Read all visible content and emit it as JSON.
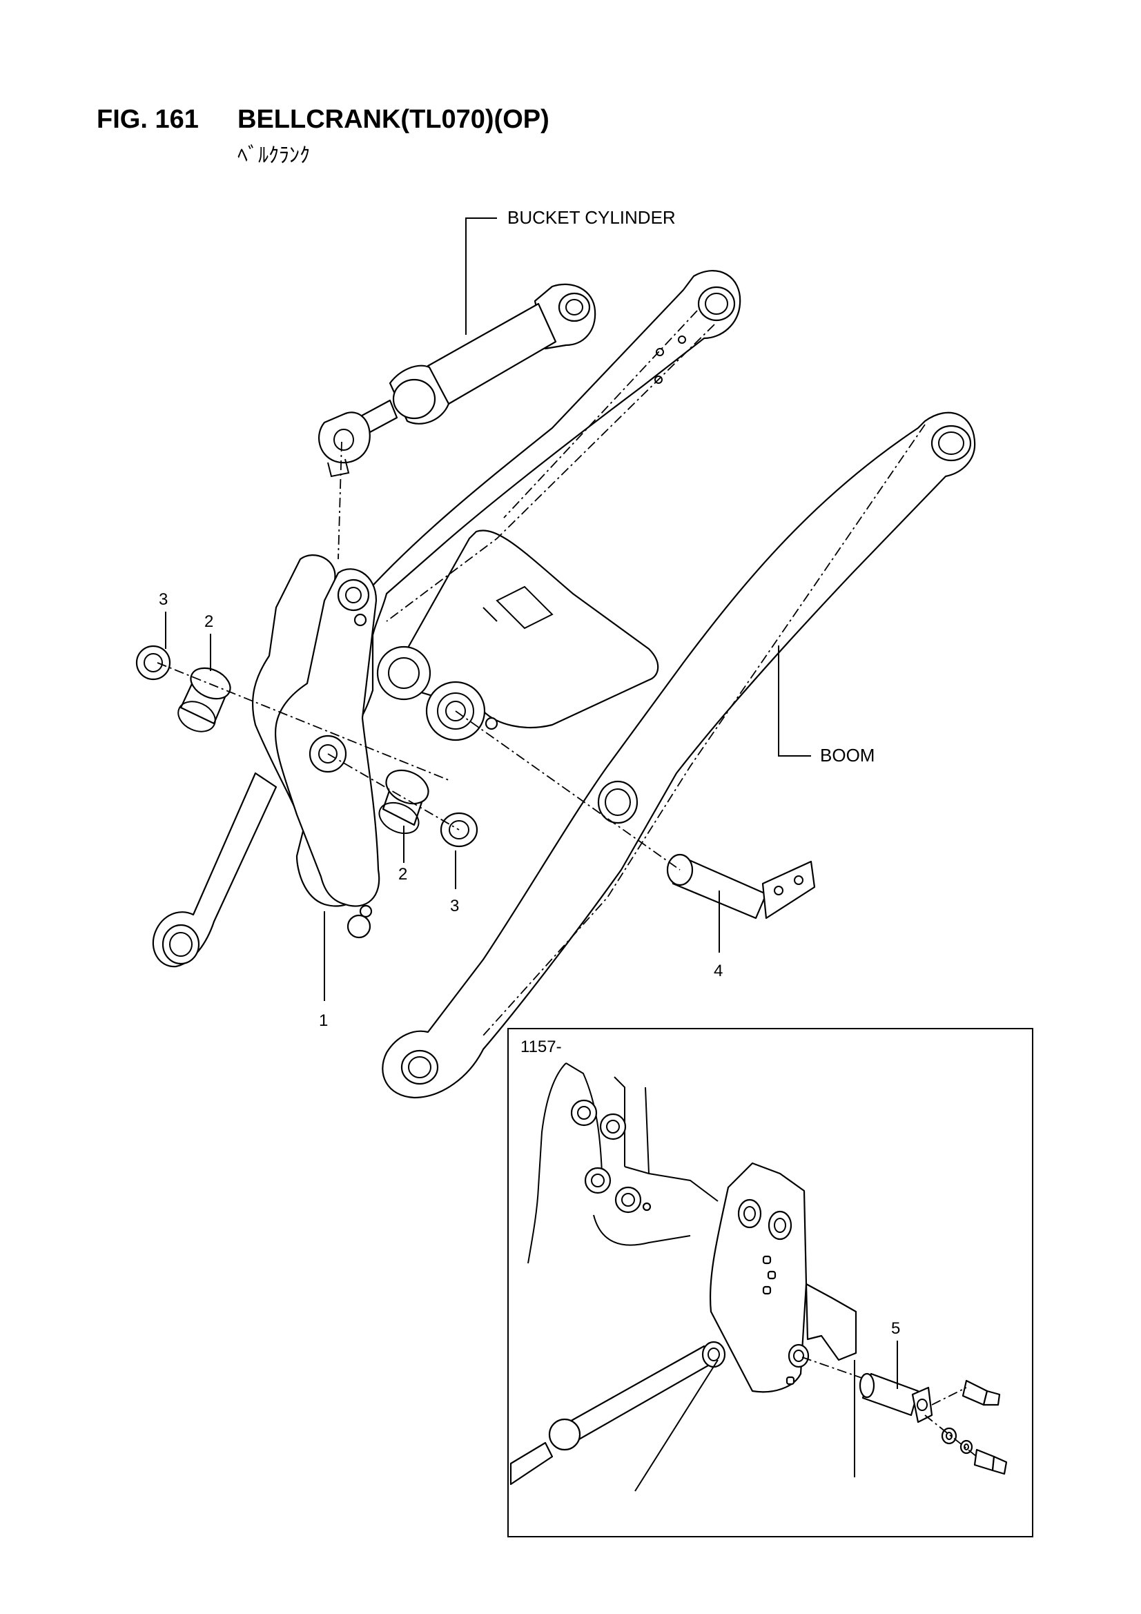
{
  "header": {
    "figure_number": "FIG. 161",
    "title": "BELLCRANK(TL070)(OP)",
    "subtitle": "ﾍﾞﾙｸﾗﾝｸ"
  },
  "callouts": {
    "bucket_cylinder": "BUCKET CYLINDER",
    "boom": "BOOM"
  },
  "part_numbers": {
    "bellcrank": "1",
    "bushing_upper": "2",
    "bushing_lower": "2",
    "seal_upper": "3",
    "seal_lower": "3",
    "pin": "4",
    "pin_inset": "5"
  },
  "inset": {
    "serial_label": "1157-"
  }
}
